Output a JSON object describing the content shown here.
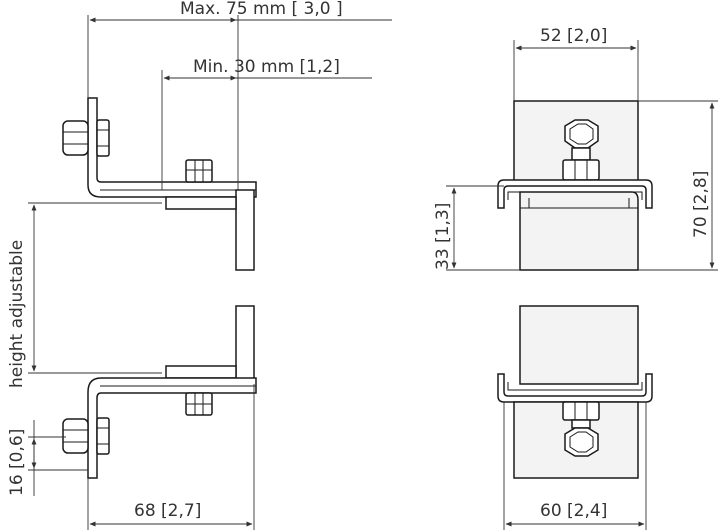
{
  "dimensions": {
    "max_depth": "Max. 75 mm [ 3,0 ]",
    "min_depth": "Min. 30 mm [1,2]",
    "height_adjustable": "height adjustable",
    "bracket_offset": "16 [0,6]",
    "bracket_depth": "68 [2,7]",
    "top_width": "52 [2,0]",
    "total_height": "70 [2,8]",
    "lower_height": "33 [1,3]",
    "bottom_width": "60 [2,4]"
  }
}
